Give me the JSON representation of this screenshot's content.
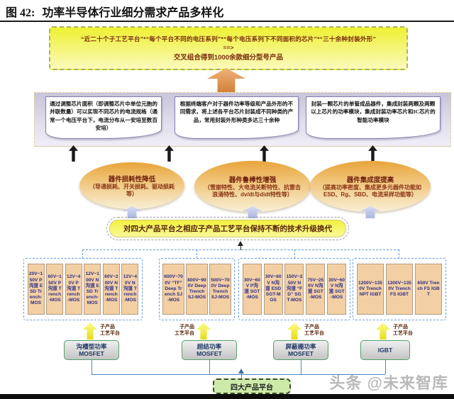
{
  "header": {
    "figure_label": "图 42:",
    "title": "功率半导体行业细分需求产品多样化"
  },
  "combination_box": {
    "factors": "“近二十个子工艺平台”*“每个平台不同的电压系列”*“每个电压系列下不同面积的芯片”*“三十余种封装外形”",
    "arrow": "==>",
    "result": "交叉组合得到1000余款细分型号产品"
  },
  "note_boxes": [
    "通过调整芯片面积（即调整芯片中单位元胞的并联数量）可以实现不同芯片的电流规格（通常一个电压平台下，电流分布从一安培至数百安培）",
    "根据终端客户对于器件功率等级和产品外形的不同需求，将上述各平台芯片封装成不同种类的产品，常用封装外形种类多达三十余种",
    "封装一颗芯片的单管成品器件，集成封装两颗及两颗以上芯片的功率模块，集成封装功率芯片和IC芯片的智能功率模块"
  ],
  "benefit_ellipses": [
    {
      "title": "器件损耗性降低",
      "detail": "（导通损耗、开关损耗、驱动损耗等）"
    },
    {
      "title": "器件鲁棒性增强",
      "detail": "（雪崩特性、大电流关断特性、抗雷击浪涌特性、dv/dt与didt特性等）"
    },
    {
      "title": "器件集成度提高",
      "detail": "（提高功率密度、集成更多元器件功能如ESD、Rg、SBD、电流采样功能等）"
    }
  ],
  "upgrade_bar": "对四大产品平台之相应子产品工艺平台保持不断的技术升级换代",
  "sub_platform_label": {
    "line1": "子产品",
    "line2": "工艺平台"
  },
  "platform_groups": [
    {
      "boxes": [
        "20V~150V P沟道 ESD Trench-MOS",
        "60V~150V P沟道 Trench-MOS",
        "12V~40V P沟道 Trench-MOS",
        "12V~100V N沟道 ESD Trench-MOS",
        "60V~200V N沟道 Trench-MOS",
        "12V~40V N沟道 Trench-MOS"
      ]
    },
    {
      "boxes": [
        "600V~700V “TF” Deep Trench SJ-MOS",
        "800V~900V Deep Trench SJ-MOS",
        "500V~700V Deep Trench SJ-MOS"
      ]
    },
    {
      "boxes": [
        "30V~60V P沟道 SGT-MOS",
        "30V~60V N沟道 ESD SGT-MOS",
        "150V~250V N沟道 “FD” SGT-MOS",
        "75V~250V N沟道 SGT-MOS",
        "30V~60V N沟道 SGT-MOS"
      ]
    },
    {
      "boxes": [
        "1200V~1350V Trench NPT IGBT",
        "1200V~1350V Trench FS IGBT",
        "650V Trench FS IGBT"
      ]
    }
  ],
  "product_platforms": [
    {
      "line1": "沟槽型功率",
      "line2": "MOSFET"
    },
    {
      "line1": "超结功率",
      "line2": "MOSFET"
    },
    {
      "line1": "屏蔽栅功率",
      "line2": "MOSFET"
    },
    {
      "line1": "IGBT",
      "line2": ""
    }
  ],
  "four_platforms_box": "四大产品平台",
  "watermark": "头条 @未来智库",
  "colors": {
    "accent_orange_arrow": "#d98b41",
    "panel_lavender": "#d3cfe3",
    "ellipse_orange": "#eaa83c",
    "highlight_yellow": "#f2ef3c",
    "group_box_fill": "#f3cfa4",
    "group_border_blue": "#6aa0dc",
    "platform_green_border": "#53a06a",
    "four_platform_green": "#cdeaa8",
    "watermark_gray": "#b9b9b9"
  }
}
